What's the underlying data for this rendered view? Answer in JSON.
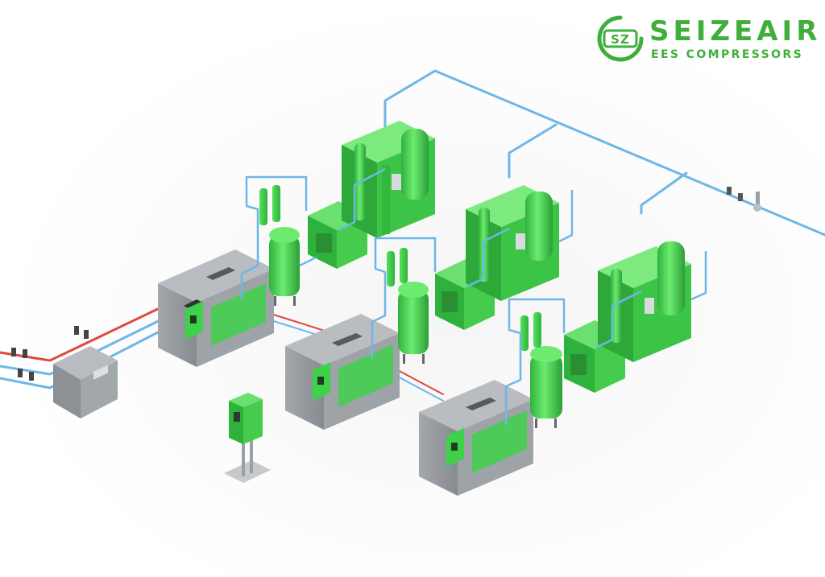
{
  "brand": {
    "name": "SEIZEAIR",
    "tagline": "EES COMPRESSORS",
    "logo_mark": "SZ"
  },
  "colors": {
    "brand_green": "#3fae3a",
    "equipment_green": "#3ed14a",
    "cabinet_grey": "#8f9499",
    "pipe_blue": "#6fb6e8",
    "pipe_red": "#e0483a"
  }
}
